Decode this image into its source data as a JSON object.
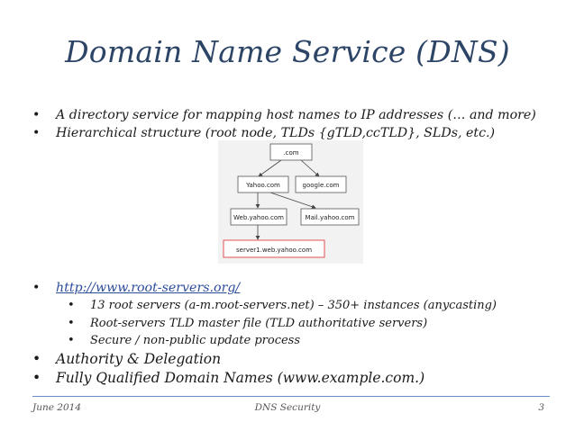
{
  "slide": {
    "title": "Domain Name Service (DNS)",
    "bullets_top": [
      "A directory service for mapping host names to IP addresses (… and more)",
      "Hierarchical structure (root node, TLDs {gTLD,ccTLD}, SLDs, etc.)"
    ],
    "link": "http://www.root-servers.org/",
    "sub_bullets": [
      "13 root servers (a-m.root-servers.net) – 350+ instances (anycasting)",
      "Root-servers TLD master file (TLD authoritative servers)",
      "Secure / non-public update process"
    ],
    "bullets_bottom": [
      "Authority & Delegation",
      "Fully Qualified Domain Names (www.example.com.)"
    ],
    "bullet_glyph": "•"
  },
  "diagram": {
    "nodes": {
      "root": ".com",
      "yahoo": "Yahoo.com",
      "google": "google.com",
      "web": "Web.yahoo.com",
      "mail": "Mail.yahoo.com",
      "server": "server1.web.yahoo.com"
    },
    "highlight_color": "#e05050"
  },
  "footer": {
    "date": "June 2014",
    "center": "DNS Security",
    "page": "3"
  }
}
